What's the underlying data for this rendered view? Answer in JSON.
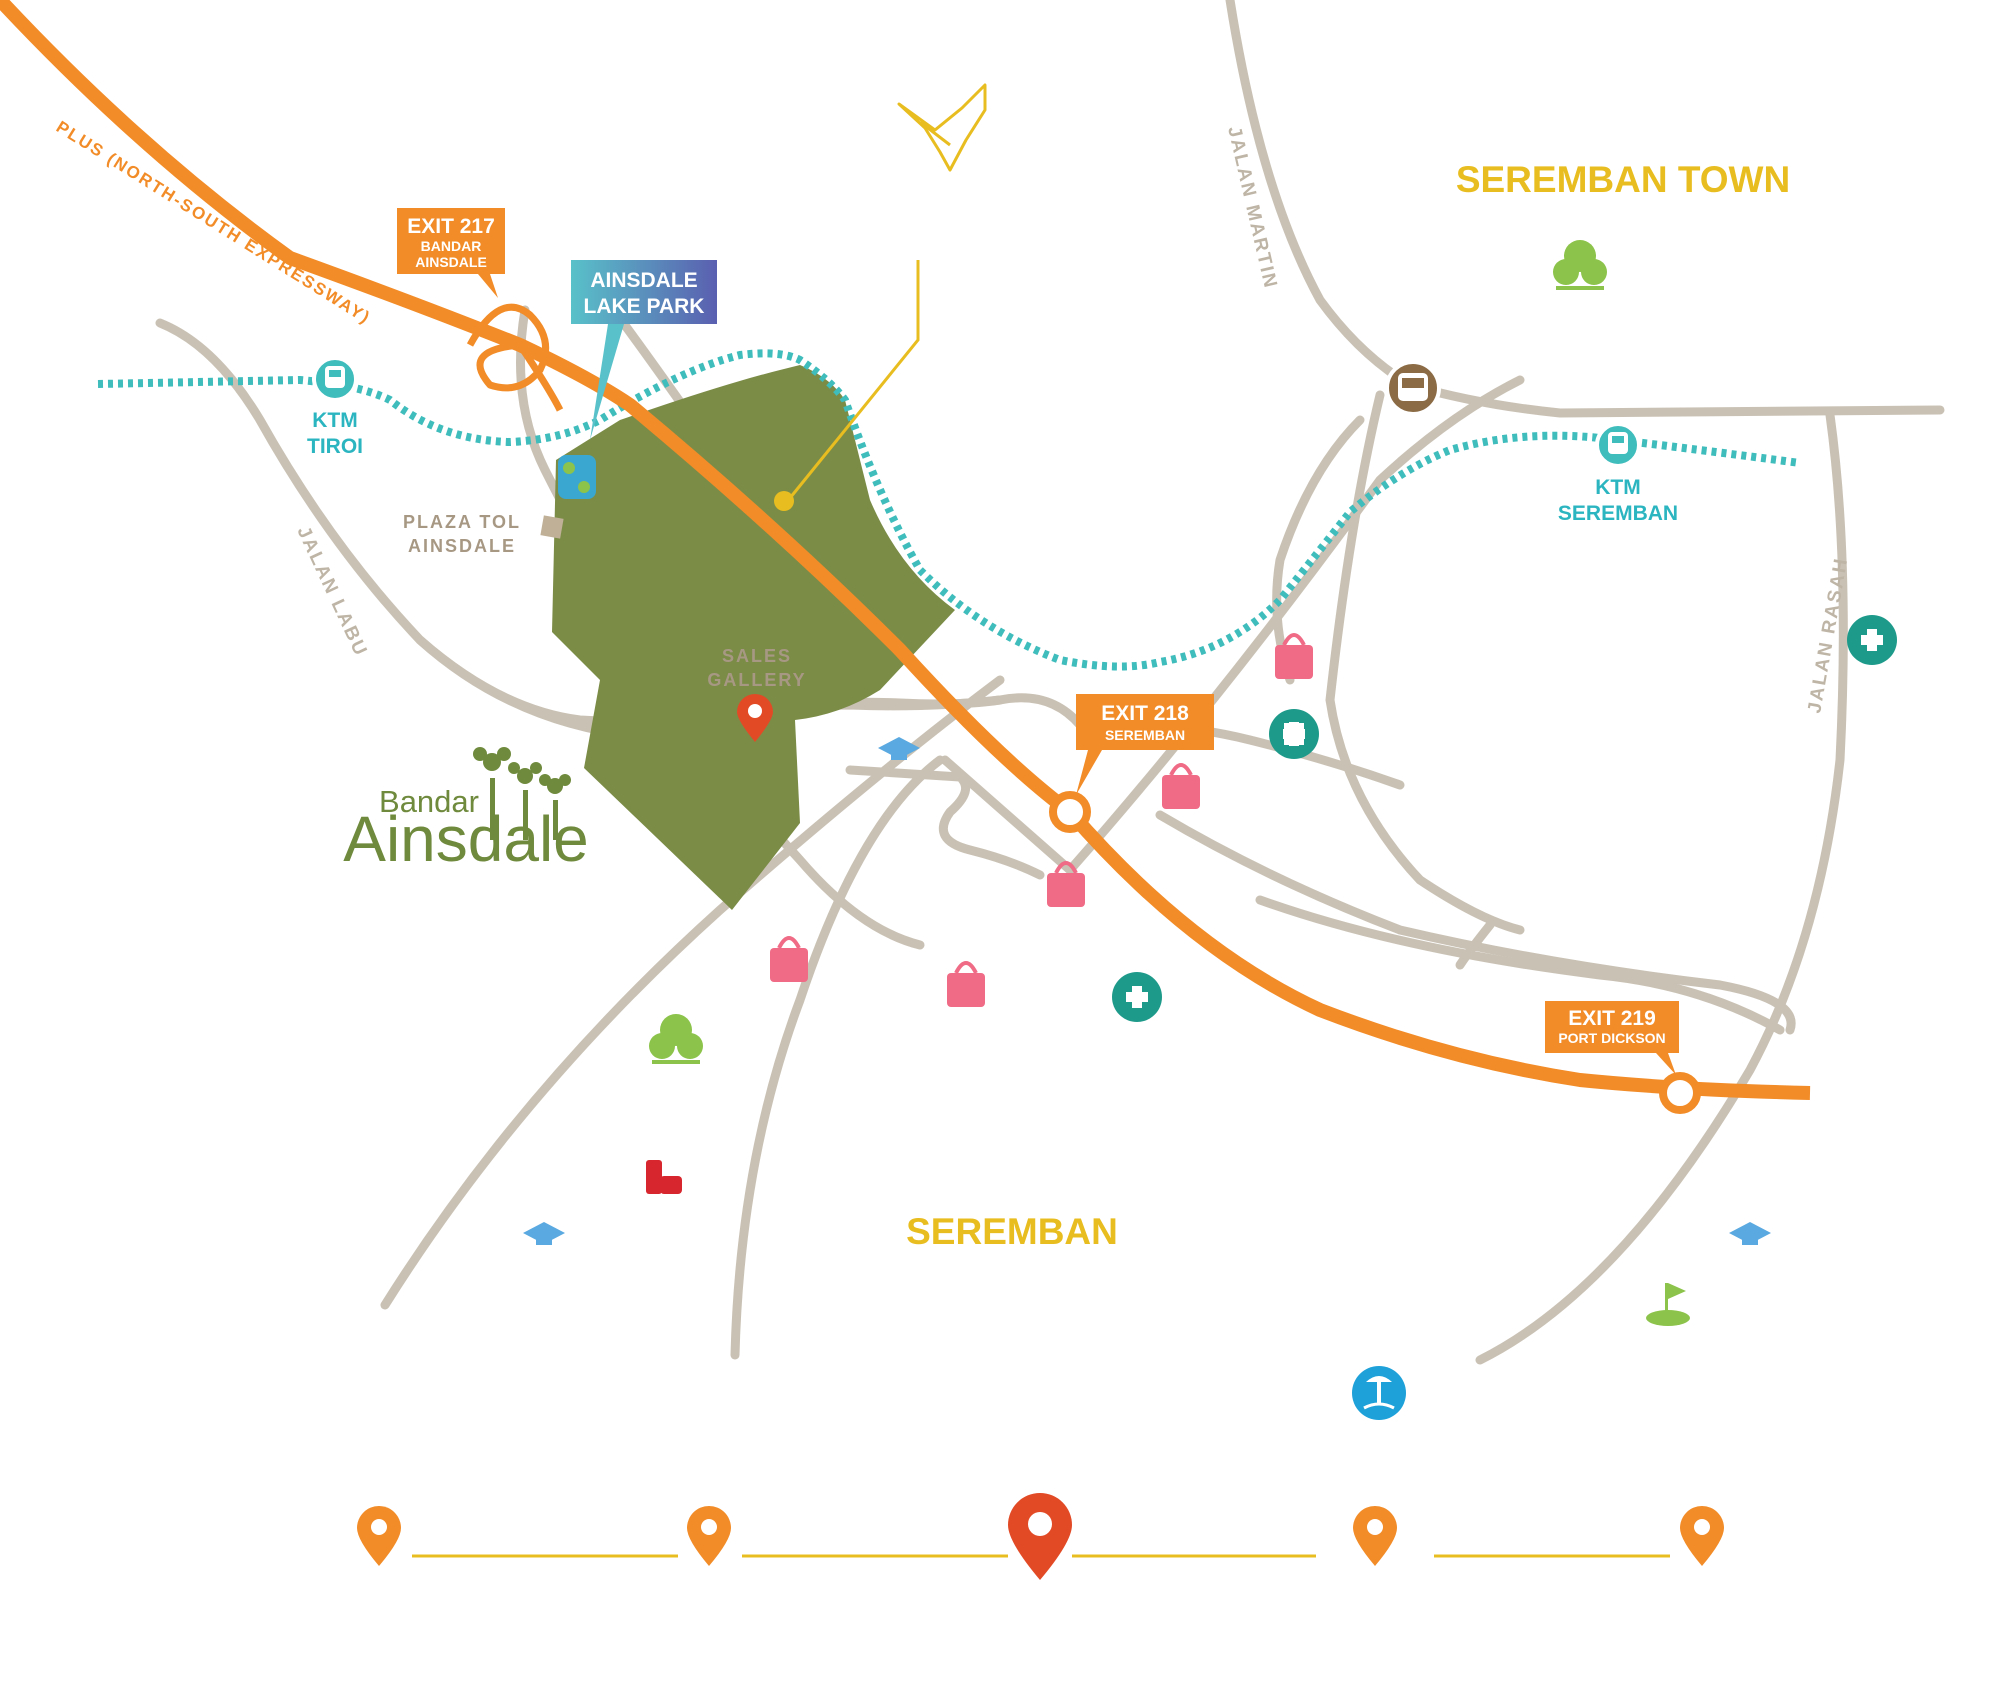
{
  "map": {
    "highway_label": "PLUS (NORTH-SOUTH EXPRESSWAY)",
    "exits": [
      {
        "name": "EXIT 217",
        "sub": "BANDAR",
        "sub2": "AINSDALE"
      },
      {
        "name": "EXIT 218",
        "sub": "SEREMBAN"
      },
      {
        "name": "EXIT 219",
        "sub": "PORT DICKSON"
      }
    ],
    "park_callout": {
      "line1": "AINSDALE",
      "line2": "LAKE PARK"
    },
    "stations": [
      {
        "line1": "KTM",
        "line2": "TIROI"
      },
      {
        "line1": "KTM",
        "line2": "SEREMBAN"
      }
    ],
    "roads": [
      "JALAN LABU",
      "JALAN MARTIN",
      "JALAN RASAH"
    ],
    "toll": {
      "line1": "PLAZA TOL",
      "line2": "AINSDALE"
    },
    "sales_gallery": {
      "line1": "SALES",
      "line2": "GALLERY"
    },
    "places": {
      "town": "SEREMBAN TOWN",
      "city": "SEREMBAN"
    },
    "brand": {
      "small": "Bandar",
      "big": "Ainsdale"
    },
    "colors": {
      "highway": "#f28c28",
      "rail": "#3fbcbc",
      "road": "#c9c1b4",
      "development": "#7b8c47",
      "place_label": "#e8bd1f",
      "hospital": "#1e9a8a",
      "shopping": "#ef6b86",
      "education": "#5aa9e0",
      "pin_active": "#e24a26"
    },
    "legend_icons": [
      "location-pin-icon",
      "location-pin-icon",
      "location-pin-active-icon",
      "location-pin-icon",
      "location-pin-icon"
    ]
  }
}
